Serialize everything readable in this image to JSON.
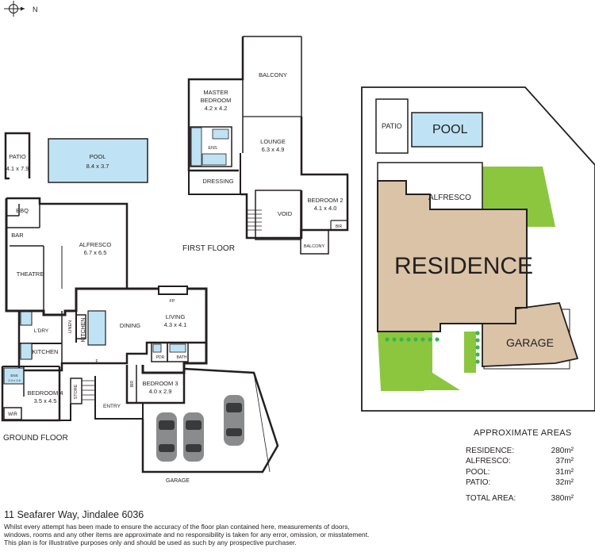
{
  "compass": {
    "north": "N"
  },
  "ground_floor": {
    "title": "GROUND FLOOR",
    "rooms": {
      "patio": {
        "name": "PATIO",
        "size": "4.1 x 7.9"
      },
      "pool": {
        "name": "POOL",
        "size": "8.4 x 3.7"
      },
      "bbq": "BBQ",
      "bar": "BAR",
      "alfresco": {
        "name": "ALFRESCO",
        "size": "6.7 x 6.5"
      },
      "theatre": "THEATRE",
      "ldry": "L'DRY",
      "linen": "LINEN",
      "kitchen_v": "KITCHEN",
      "kitchen": "KITCHEN",
      "dining": "DINING",
      "fp": "FP",
      "living": {
        "name": "LIVING",
        "size": "4.3 x 4.1"
      },
      "pdr": "PDR",
      "bath": "BATH",
      "bedroom3": {
        "name": "BEDROOM 3",
        "size": "4.0 x 2.9"
      },
      "bir": "BIR",
      "bedroom4": {
        "name": "BEDROOM 4",
        "size": "3.5 x 4.5"
      },
      "ens": {
        "name": "ENS",
        "size": "2.4 x 1.6"
      },
      "wir": "WIR",
      "store": "STORE",
      "entry": "ENTRY",
      "garage": "GARAGE",
      "f": "F"
    }
  },
  "first_floor": {
    "title": "FIRST FLOOR",
    "rooms": {
      "balcony_top": "BALCONY",
      "master": {
        "name1": "MASTER",
        "name2": "BEDROOM",
        "size": "4.2 x 4.2"
      },
      "ens": "ENS",
      "lounge": {
        "name": "LOUNGE",
        "size": "6.3 x 4.9"
      },
      "dressing": "DRESSING",
      "bedroom2": {
        "name": "BEDROOM 2",
        "size": "4.1 x 4.0"
      },
      "void": "VOID",
      "bir": "BIR",
      "balcony_small": "BALCONY"
    }
  },
  "site_plan": {
    "patio": "PATIO",
    "pool": "POOL",
    "alfresco": "ALFRESCO",
    "residence": "RESIDENCE",
    "garage": "GARAGE",
    "colors": {
      "residence": "#dac3a7",
      "lawn": "#8cc63f",
      "pool": "#bfe3f4",
      "garage": "#dac3a7"
    }
  },
  "areas": {
    "title": "APPROXIMATE AREAS",
    "rows": [
      {
        "label": "RESIDENCE:",
        "value": "280m²"
      },
      {
        "label": "ALFRESCO:",
        "value": "37m²"
      },
      {
        "label": "POOL:",
        "value": "31m²"
      },
      {
        "label": "PATIO:",
        "value": "32m²"
      }
    ],
    "total": {
      "label": "TOTAL AREA:",
      "value": "380m²"
    }
  },
  "footer": {
    "address": "11 Seafarer Way, Jindalee 6036",
    "disclaimer1": "Whilst every attempt has been made to ensure the accuracy of the floor plan contained here, measurements of doors,",
    "disclaimer2": "windows, rooms and any other items are approximate and no responsibility is taken for any error, omission, or misstatement.",
    "disclaimer3": "This plan is for illustrative purposes only and should be used as such by any prospective purchaser."
  }
}
